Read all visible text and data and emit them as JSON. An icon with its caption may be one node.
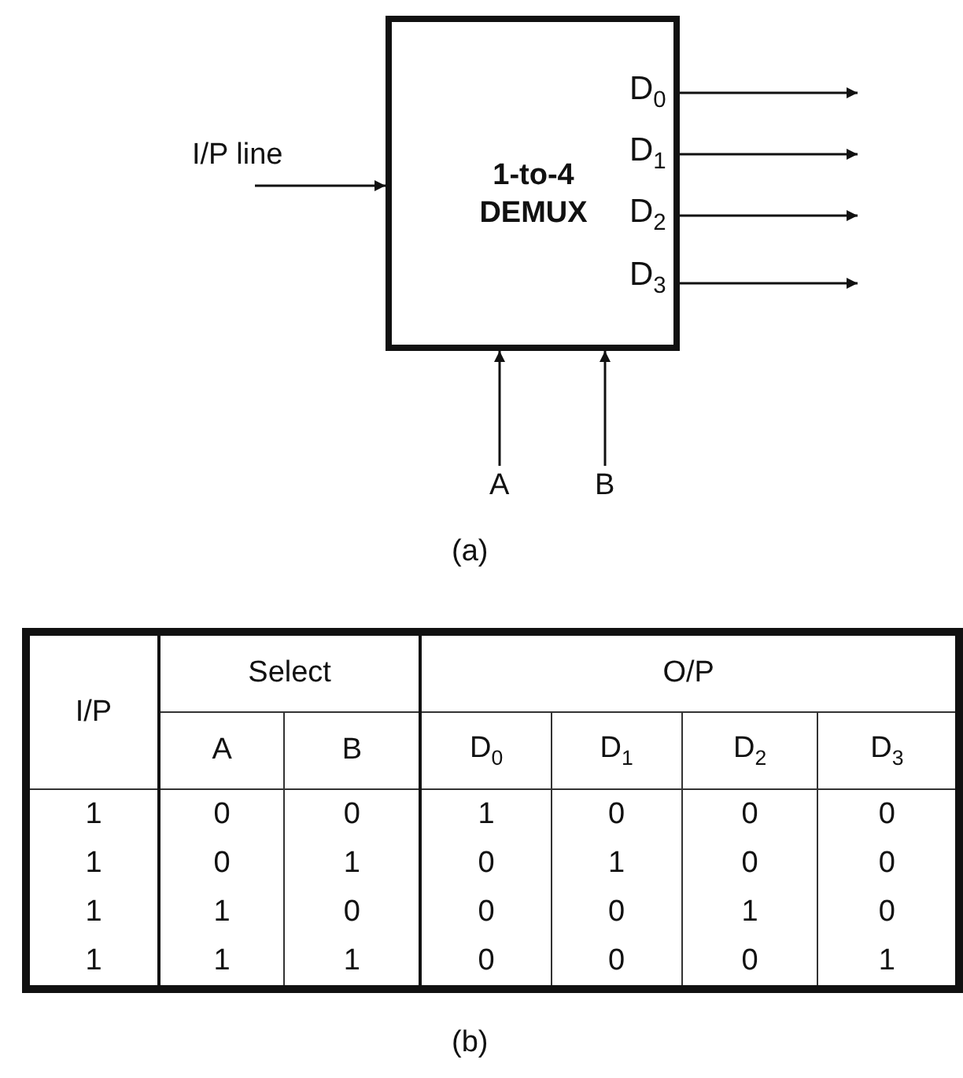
{
  "diagram": {
    "nodes": [
      {
        "text": [
          "I/P line"
        ]
      },
      {
        "text": [
          "1-to-4 DEMUX"
        ]
      },
      {
        "text": [
          "A"
        ]
      },
      {
        "text": [
          "B"
        ]
      }
    ],
    "edges": [
      {
        "from": 0,
        "to": 1,
        "arrow": "to"
      },
      {
        "from": 2,
        "to": 1,
        "arrow": "to"
      },
      {
        "from": 3,
        "to": 1,
        "arrow": "to"
      },
      {
        "from": 1,
        "to": null,
        "arrow": "to"
      },
      {
        "from": 1,
        "to": null,
        "arrow": "to"
      },
      {
        "from": 1,
        "to": null,
        "arrow": "to"
      },
      {
        "from": 1,
        "to": null,
        "arrow": "to"
      }
    ],
    "labels": [
      "D$_{0}$",
      "D$_{1}$",
      "D$_{2}$",
      "D$_{3}$",
      "(a)",
      "I/P",
      "Select",
      "O/P",
      "A",
      "B",
      "D$_{0}$",
      "D$_{1}$",
      "D$_{2}$",
      "D$_{3}$",
      "1",
      "0",
      "0",
      "1",
      "0",
      "0",
      "0",
      "1",
      "0",
      "1",
      "0",
      "1",
      "0",
      "0",
      "1",
      "1",
      "0",
      "0",
      "0",
      "1",
      "0",
      "1",
      "1",
      "1",
      "0",
      "0",
      "0",
      "1",
      "(b)"
    ]
  }
}
